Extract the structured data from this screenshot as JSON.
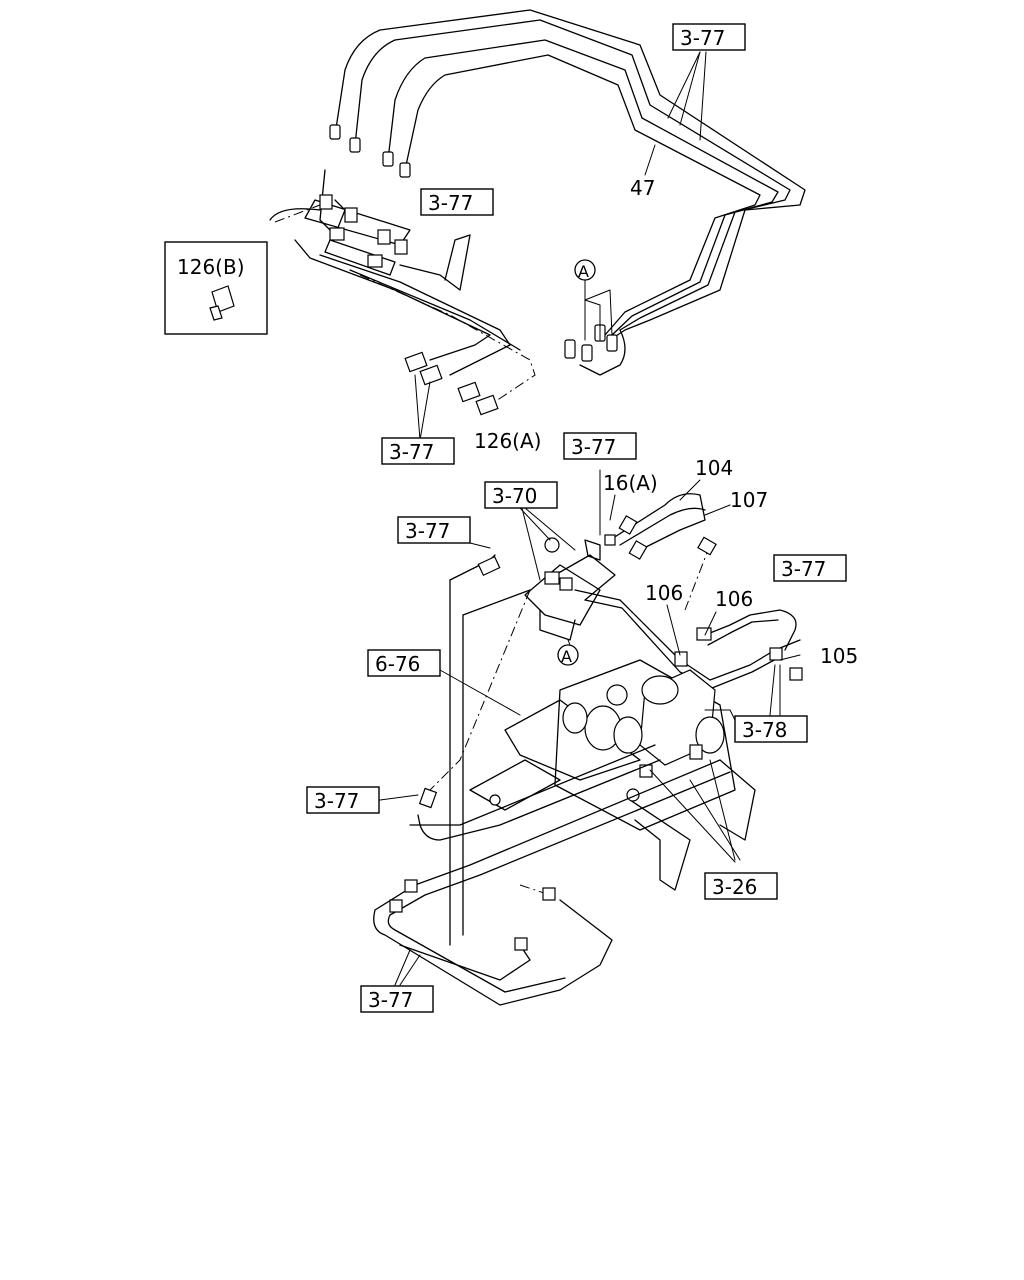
{
  "callouts": [
    {
      "id": "ref-top-right",
      "text": "3-77"
    },
    {
      "id": "ref-center-top",
      "text": "3-77"
    },
    {
      "id": "ref-left-bottom",
      "text": "3-77"
    },
    {
      "id": "ref-mid-right",
      "text": "3-77"
    },
    {
      "id": "ref-valve-left",
      "text": "3-77"
    },
    {
      "id": "ref-right",
      "text": "3-77"
    },
    {
      "id": "ref-lower-left",
      "text": "3-77"
    },
    {
      "id": "ref-bottom",
      "text": "3-77"
    },
    {
      "id": "ref-valve",
      "text": "3-70"
    },
    {
      "id": "ref-bracket",
      "text": "6-76"
    },
    {
      "id": "ref-hose",
      "text": "3-78"
    },
    {
      "id": "ref-module",
      "text": "3-26"
    }
  ],
  "inset_label": "126(B)",
  "part_numbers": {
    "p47": "47",
    "p126a": "126(A)",
    "p16a": "16(A)",
    "p104": "104",
    "p107": "107",
    "p106a": "106",
    "p106b": "106",
    "p105": "105"
  },
  "markers": {
    "a_top": "A",
    "a_bottom": "A"
  }
}
